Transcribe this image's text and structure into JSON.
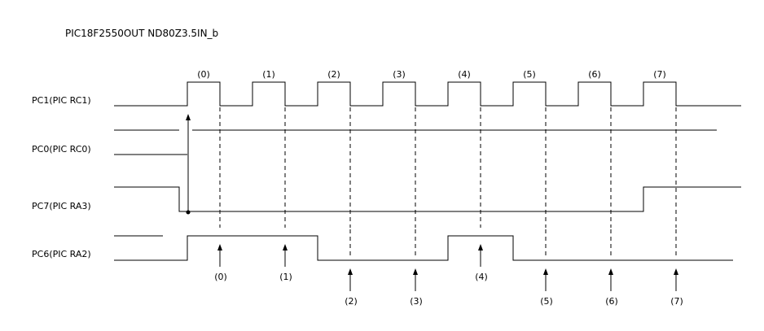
{
  "title": "PIC18F2550OUT ND80Z3.5IN_b",
  "signals": {
    "pc1": "PC1(PIC RC1)",
    "pc0": "PC0(PIC RC0)",
    "pc7": "PC7(PIC RA3)",
    "pc6": "PC6(PIC RA2)"
  },
  "pulse_labels": [
    "(0)",
    "(1)",
    "(2)",
    "(3)",
    "(4)",
    "(5)",
    "(6)",
    "(7)"
  ],
  "sample_labels": [
    "(0)",
    "(1)",
    "(2)",
    "(3)",
    "(4)",
    "(5)",
    "(6)",
    "(7)"
  ],
  "pc6_bits": [
    1,
    1,
    0,
    0,
    1,
    0,
    0,
    0
  ],
  "color": "#000000"
}
